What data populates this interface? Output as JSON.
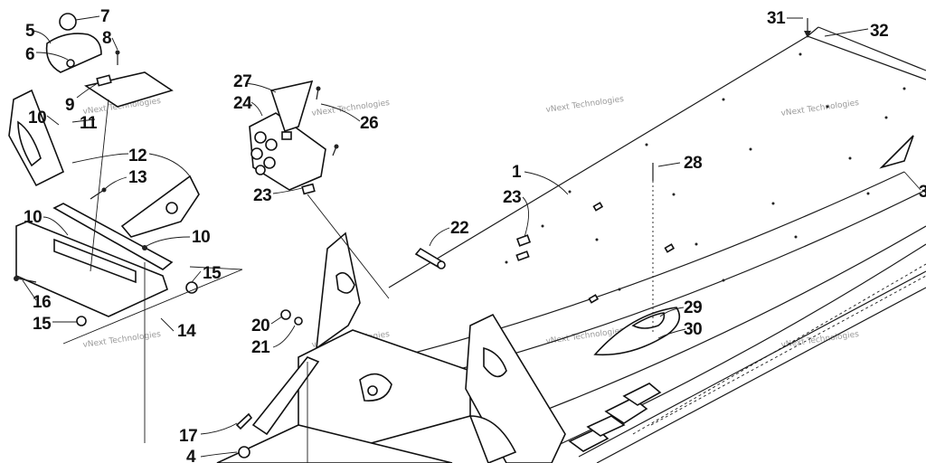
{
  "diagram": {
    "watermark": "vNext Technologies",
    "callouts": [
      {
        "id": "c1",
        "text": "1"
      },
      {
        "id": "c4",
        "text": "4"
      },
      {
        "id": "c5",
        "text": "5"
      },
      {
        "id": "c6",
        "text": "6"
      },
      {
        "id": "c7",
        "text": "7"
      },
      {
        "id": "c8",
        "text": "8"
      },
      {
        "id": "c9",
        "text": "9"
      },
      {
        "id": "c10a",
        "text": "10"
      },
      {
        "id": "c10b",
        "text": "10"
      },
      {
        "id": "c10c",
        "text": "10"
      },
      {
        "id": "c11",
        "text": "11"
      },
      {
        "id": "c12",
        "text": "12"
      },
      {
        "id": "c13",
        "text": "13"
      },
      {
        "id": "c14",
        "text": "14"
      },
      {
        "id": "c15a",
        "text": "15"
      },
      {
        "id": "c15b",
        "text": "15"
      },
      {
        "id": "c16",
        "text": "16"
      },
      {
        "id": "c17",
        "text": "17"
      },
      {
        "id": "c20",
        "text": "20"
      },
      {
        "id": "c21",
        "text": "21"
      },
      {
        "id": "c22",
        "text": "22"
      },
      {
        "id": "c23a",
        "text": "23"
      },
      {
        "id": "c23b",
        "text": "23"
      },
      {
        "id": "c24",
        "text": "24"
      },
      {
        "id": "c26",
        "text": "26"
      },
      {
        "id": "c27",
        "text": "27"
      },
      {
        "id": "c28",
        "text": "28"
      },
      {
        "id": "c29",
        "text": "29"
      },
      {
        "id": "c30",
        "text": "30"
      },
      {
        "id": "c31",
        "text": "31"
      },
      {
        "id": "c32",
        "text": "32"
      },
      {
        "id": "c3x",
        "text": "3"
      }
    ]
  }
}
